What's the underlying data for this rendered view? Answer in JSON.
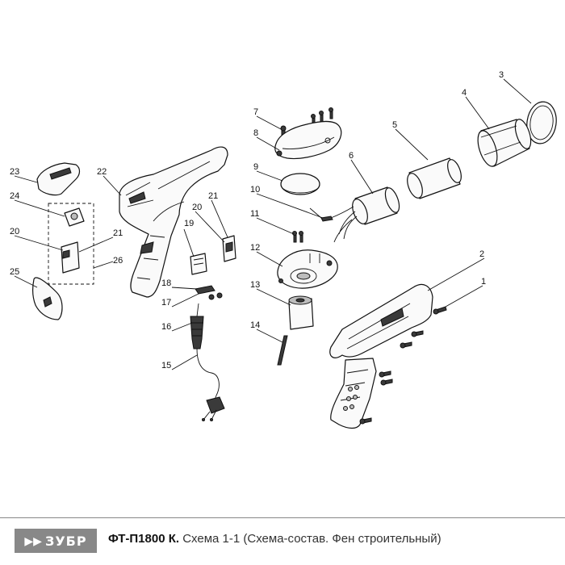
{
  "logo": {
    "text": "ЗУБР",
    "mark": "▶▶"
  },
  "footer": {
    "model": "ФТ-П1800 К.",
    "subtitle": "Схема 1-1 (Схема-состав. Фен строительный)"
  },
  "callouts": [
    "1",
    "2",
    "3",
    "4",
    "5",
    "6",
    "7",
    "8",
    "9",
    "10",
    "11",
    "12",
    "13",
    "14",
    "15",
    "16",
    "17",
    "18",
    "19",
    "20",
    "20",
    "21",
    "21",
    "22",
    "23",
    "24",
    "25",
    "26"
  ]
}
